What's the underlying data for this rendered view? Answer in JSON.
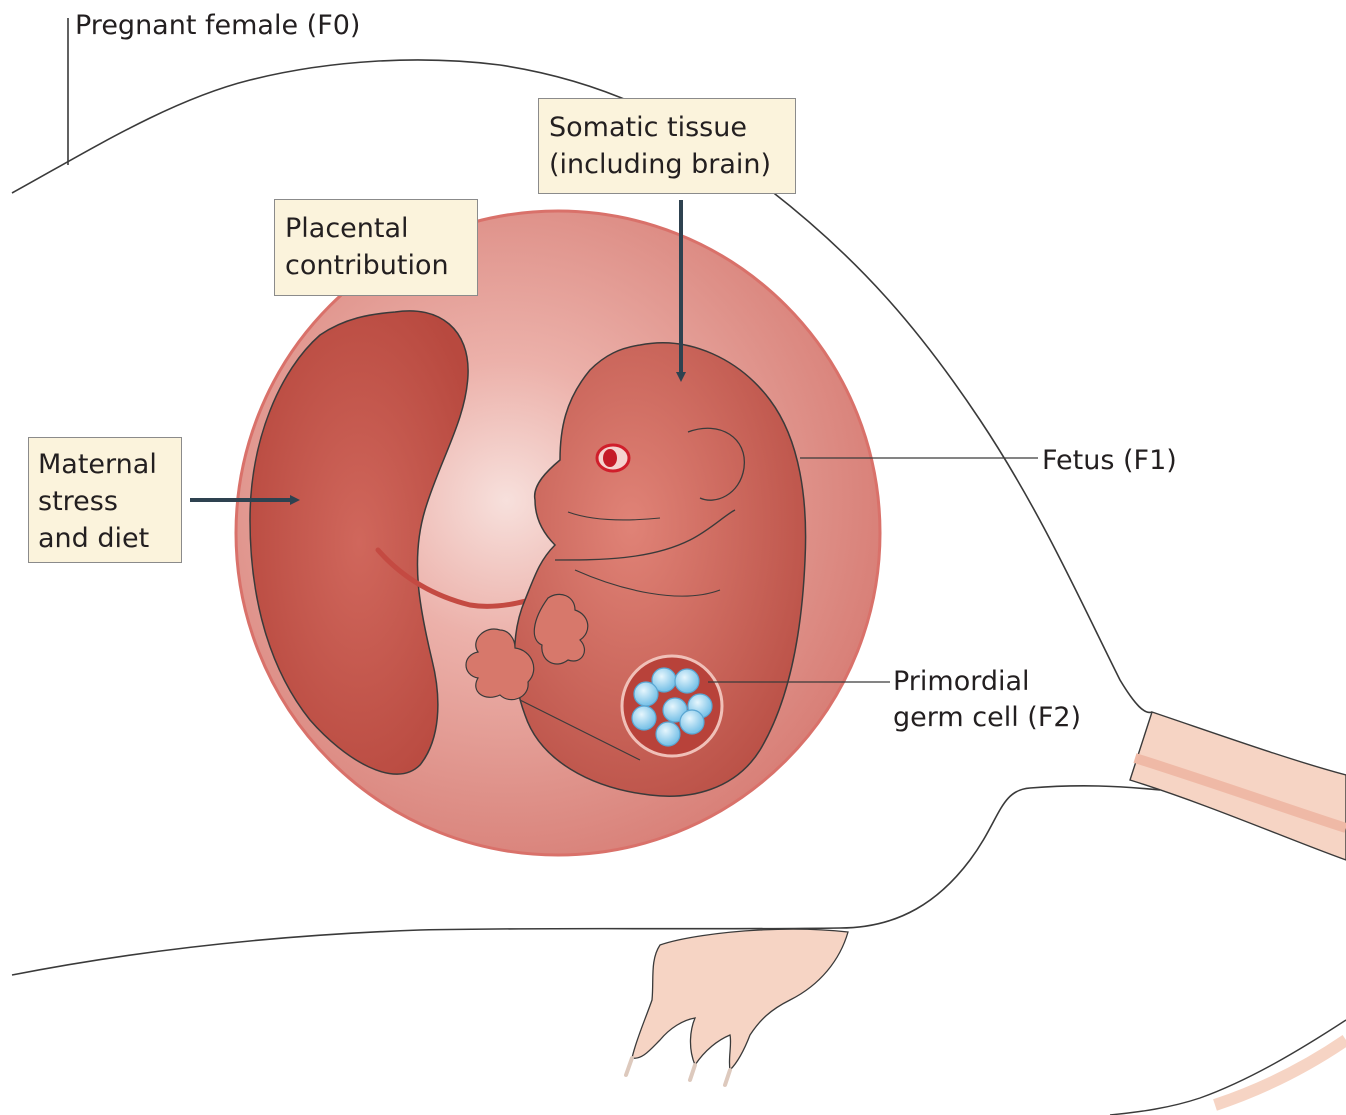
{
  "labels": {
    "pregnant_female": "Pregnant female (F0)",
    "somatic_tissue": [
      "Somatic tissue",
      "(including brain)"
    ],
    "placental_contribution": [
      "Placental",
      "contribution"
    ],
    "maternal_stress": [
      "Maternal",
      "stress",
      "and diet"
    ],
    "fetus": "Fetus (F1)",
    "primordial_germ_cell": [
      "Primordial",
      "germ cell (F2)"
    ]
  },
  "colors": {
    "uterus_fill": "#e3928a",
    "uterus_edge": "#d9716a",
    "placenta": "#c55a4f",
    "fetus": "#c86458",
    "germ_cell": "#8fd0ee",
    "box_fill": "#fbf3dc",
    "arrow": "#2e4250",
    "skin": "#f6d4c4",
    "outline": "#3a3a3a"
  }
}
